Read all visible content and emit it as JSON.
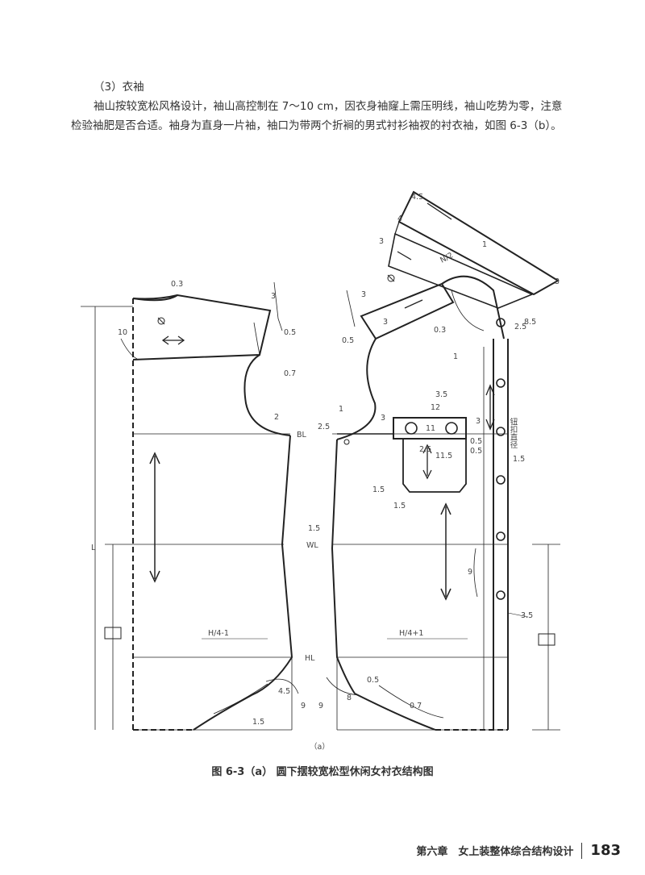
{
  "section": {
    "heading": "（3）衣袖",
    "para1": "袖山按较宽松风格设计，袖山高控制在 7～10 cm，因衣身袖窿上需压明线，袖山吃势为零，注意检验袖肥是否合适。袖身为直身一片袖，袖口为带两个折裥的男式衬衫袖衩的衬衣袖，如图 6-3（b）。"
  },
  "figure": {
    "sublabel": "（a）",
    "caption": "图 6-3（a） 圆下摆较宽松型休闲女衬衣结构图",
    "labels": {
      "bl": "BL",
      "wl": "WL",
      "hl": "HL",
      "l": "L",
      "h_back": "H/4-1",
      "h_front": "H/4+1",
      "n2": "N/2",
      "button_dia": "钮扣直径"
    },
    "dims": {
      "d03": "0.3",
      "d10": "10",
      "d3": "3",
      "d05": "0.5",
      "d07": "0.7",
      "d2": "2",
      "d15": "1.5",
      "d45": "4.5",
      "d9": "9",
      "d8": "8",
      "d4": "4",
      "d1": "1",
      "d25": "2.5",
      "d85": "8.5",
      "d35": "3.5",
      "d12": "12",
      "d11": "11",
      "d115": "11.5"
    }
  },
  "footer": {
    "chapter": "第六章　女上装整体综合结构设计",
    "page_number": "183"
  }
}
